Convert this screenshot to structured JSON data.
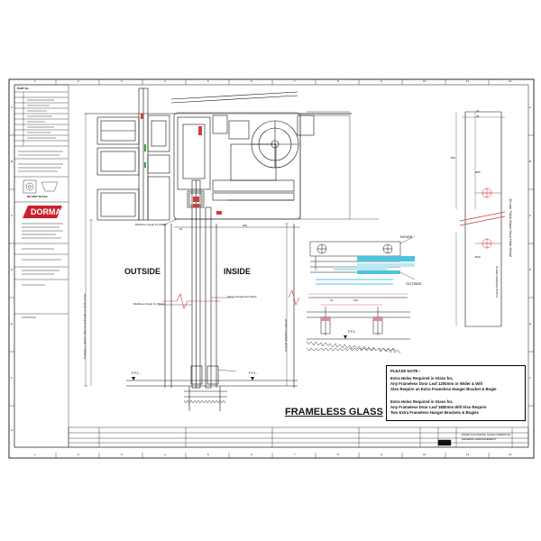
{
  "title_block": {
    "part_no_label": "PART No",
    "do_not_scale": "DO NOT SCALE",
    "company": "DORMA",
    "drawing_title_line1": "ES200 AUTOMATIC SLIDE OPERATOR",
    "drawing_title_line2": "GENERAL ARRANGEMENT"
  },
  "grid": {
    "columns": [
      "1",
      "2",
      "3",
      "4",
      "5",
      "6",
      "7",
      "8",
      "9",
      "10",
      "11",
      "12"
    ],
    "rows": [
      "A",
      "B",
      "C",
      "D",
      "E",
      "F",
      "G"
    ]
  },
  "labels": {
    "outside": "OUTSIDE",
    "inside": "INSIDE",
    "frameless_glass": "FRAMELESS GLASS",
    "inside_small": "INSIDE",
    "outside_small": "OUTSIDE",
    "ffl_left": "F.F.L.",
    "ffl_right": "F.F.L.",
    "ffl_plan": "F.F.L.",
    "glass_door_hole_detail": "10 mm Thick Glass Door Hole Detail",
    "clear_opening_width": "CLEAR OPENING WIDTH",
    "overall_height_left": "OVERALL HEIGHT ABOVE FINISHED FLOOR LEVEL",
    "clear_opening_height": "CLEAR OPENING HEIGHT",
    "fixing_note": "Multilever Angle by Others",
    "floor_note": "Multilever Angle by Others",
    "glass_note": "10mm Toughened Glass",
    "dim_200": "200",
    "dim_22": "22",
    "dim_31": "31",
    "dim_45": "45",
    "dim_100": "100",
    "dim_21": "21",
    "dim_25": "Ø25",
    "dim_010": "Ø10",
    "dim_500": "500"
  },
  "notes": {
    "heading": "PLEASE NOTE:-",
    "line1": "Extra Holes Required in Glass for,",
    "line2": "Any Frameless Door Leaf 1200mm or Wider & Will",
    "line3": "Also Require an Extra Frameless Hanger Bracket & Bogie",
    "line4": "Extra Holes Required in Glass for,",
    "line5": "Any Frameless Door Leaf 1800mm Will Also Require",
    "line6": "Two Extra Frameless Hanger Brackets & Bogies"
  },
  "colors": {
    "line": "#111111",
    "dorma_red": "#cc1f2d",
    "glass_cyan": "#4fc3dc",
    "glass_light": "#bde8f2",
    "red_dim": "#d13b3b",
    "pink": "#e08aa0",
    "green": "#39a04a"
  }
}
